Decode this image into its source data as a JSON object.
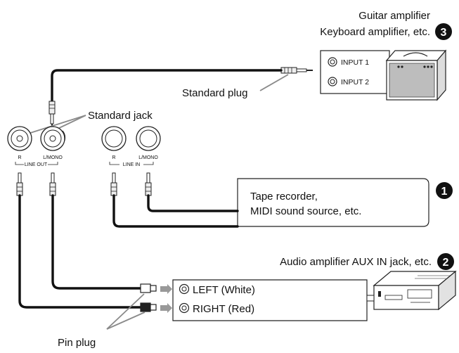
{
  "labels": {
    "guitar_amp_line1": "Guitar amplifier",
    "guitar_amp_line2": "Keyboard amplifier, etc.",
    "badge_3": "3",
    "standard_plug": "Standard plug",
    "standard_jack": "Standard jack",
    "input_1": "INPUT 1",
    "input_2": "INPUT 2",
    "jack_r_out": "R",
    "jack_lmono_out": "L/MONO",
    "line_out": "LINE OUT",
    "jack_r_in": "R",
    "jack_lmono_in": "L/MONO",
    "line_in": "LINE IN",
    "tape_line1": "Tape recorder,",
    "tape_line2": "MIDI sound source, etc.",
    "badge_1": "1",
    "audio_amp": "Audio amplifier AUX IN jack, etc.",
    "badge_2": "2",
    "left_white": "LEFT (White)",
    "right_red": "RIGHT (Red)",
    "pin_plug": "Pin plug"
  }
}
